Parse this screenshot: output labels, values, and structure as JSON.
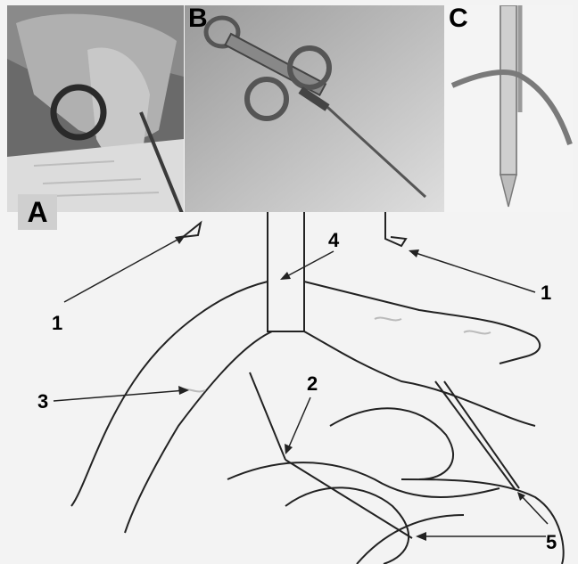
{
  "panels": {
    "a": {
      "label": "A"
    },
    "b": {
      "label": "B"
    },
    "c": {
      "label": "C"
    }
  },
  "annotations": {
    "n1_left": "1",
    "n1_right": "1",
    "n2": "2",
    "n3": "3",
    "n4": "4",
    "n5": "5"
  }
}
